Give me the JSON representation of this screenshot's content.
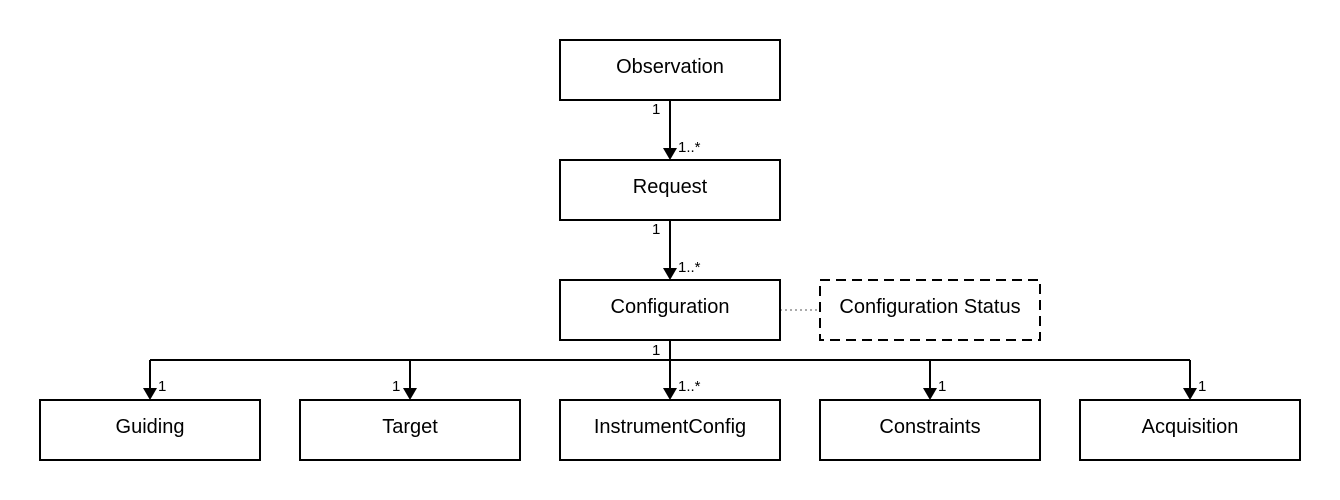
{
  "nodes": {
    "observation": "Observation",
    "request": "Request",
    "configuration": "Configuration",
    "configuration_status": "Configuration Status",
    "guiding": "Guiding",
    "target": "Target",
    "instrument_config": "InstrumentConfig",
    "constraints": "Constraints",
    "acquisition": "Acquisition"
  },
  "multiplicities": {
    "observation_to_request_source": "1",
    "observation_to_request_target": "1..*",
    "request_to_configuration_source": "1",
    "request_to_configuration_target": "1..*",
    "configuration_children_source": "1",
    "guiding_target": "1",
    "target_target": "1",
    "instrument_config_target": "1..*",
    "constraints_target": "1",
    "acquisition_target": "1"
  }
}
